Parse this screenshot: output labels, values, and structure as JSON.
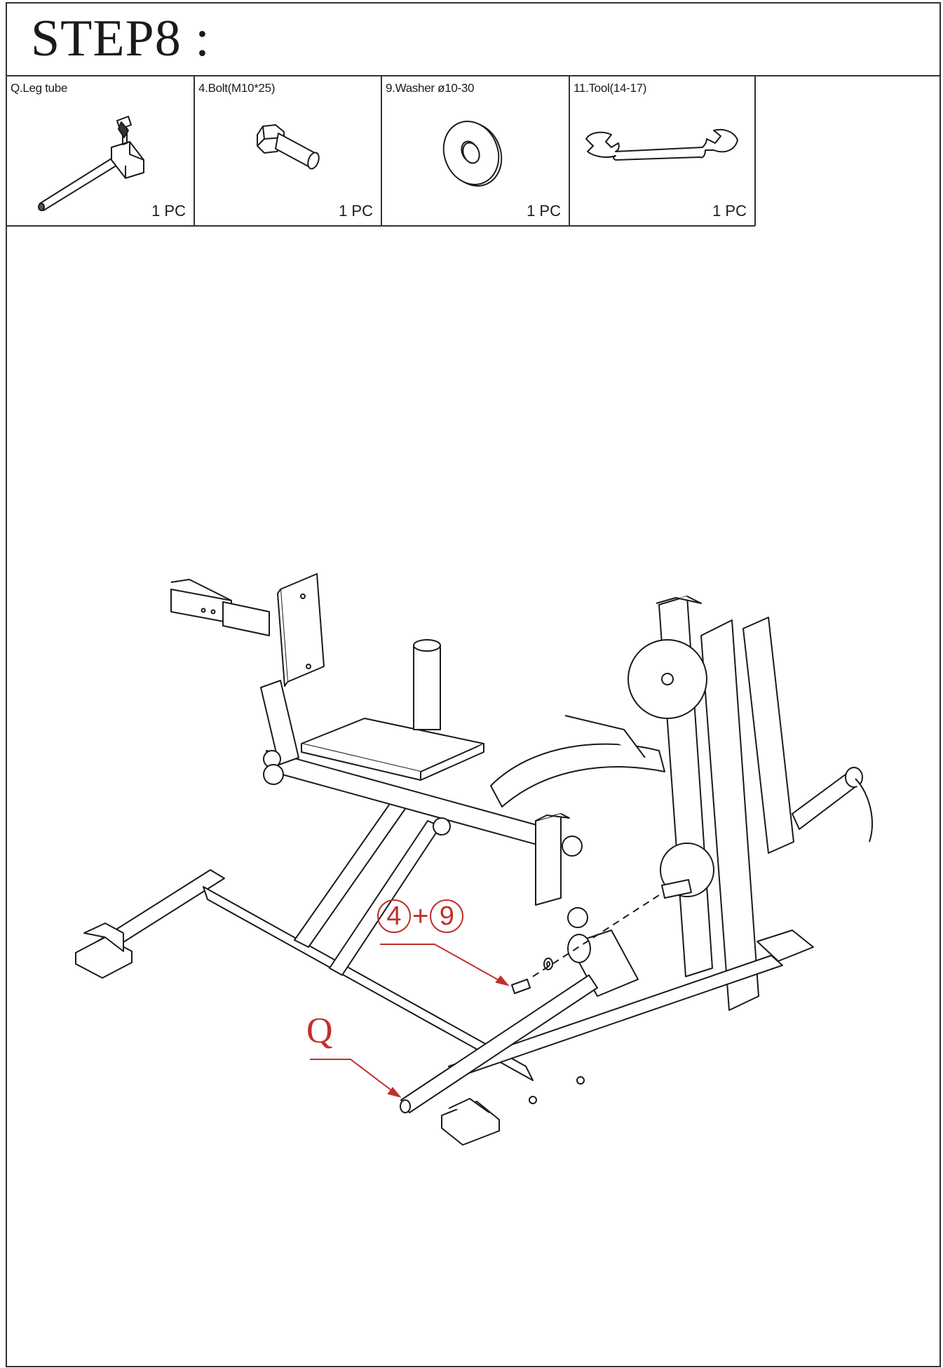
{
  "header": {
    "title": "STEP8 :"
  },
  "parts": [
    {
      "label": "Q.Leg tube",
      "qty": "1 PC",
      "icon": "leg-tube-icon"
    },
    {
      "label": "4.Bolt(M10*25)",
      "qty": "1 PC",
      "icon": "bolt-icon"
    },
    {
      "label": "9.Washer ø10-30",
      "qty": "1 PC",
      "icon": "washer-icon"
    },
    {
      "label": "11.Tool(14-17)",
      "qty": "1 PC",
      "icon": "wrench-icon"
    }
  ],
  "callouts": {
    "q": "Q",
    "bolt_num": "4",
    "plus": "+",
    "washer_num": "9"
  },
  "colors": {
    "line": "#1a1a1a",
    "callout": "#c0302a"
  }
}
